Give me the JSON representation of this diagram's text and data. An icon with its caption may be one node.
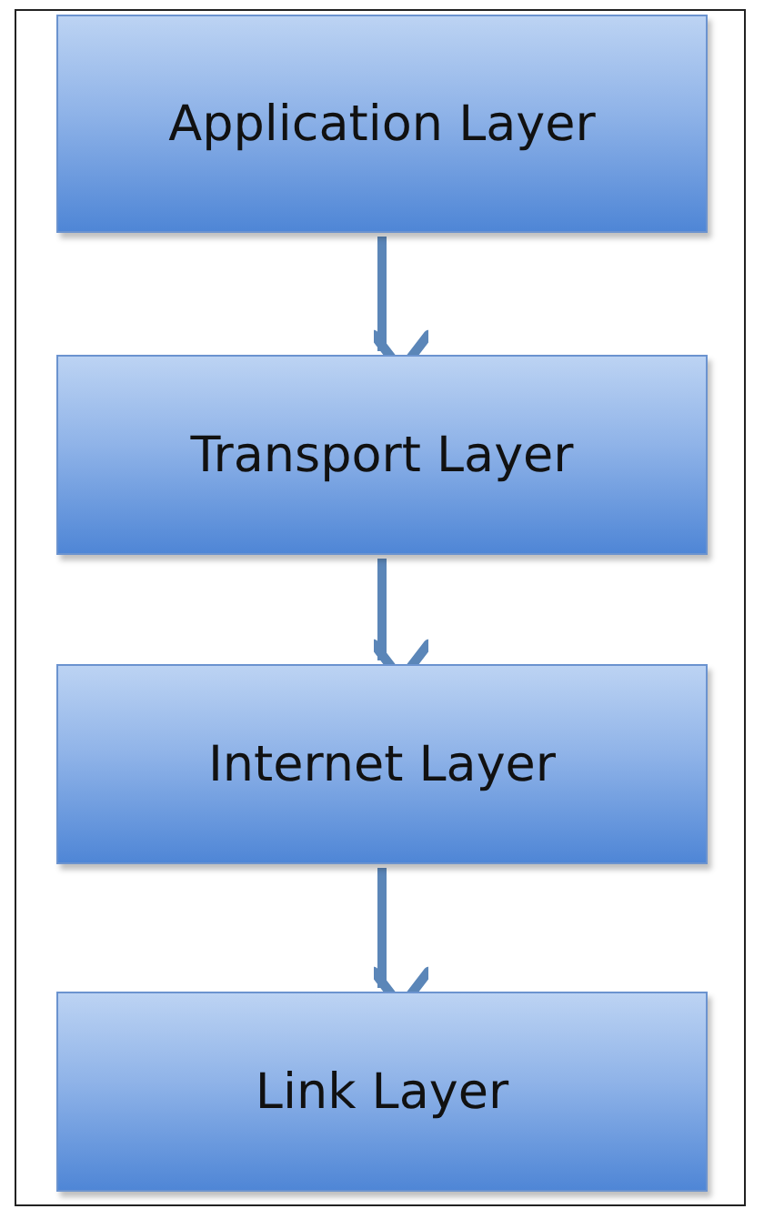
{
  "diagram": {
    "nodes": [
      {
        "text": [
          "Application Layer"
        ]
      },
      {
        "text": [
          "Transport Layer"
        ]
      },
      {
        "text": [
          "Internet Layer"
        ]
      },
      {
        "text": [
          "Link Layer"
        ]
      }
    ],
    "edges": [
      {
        "from": 0,
        "to": 1,
        "arrow": "to"
      },
      {
        "from": 1,
        "to": 2,
        "arrow": "to"
      },
      {
        "from": 2,
        "to": 3,
        "arrow": "to"
      }
    ]
  }
}
